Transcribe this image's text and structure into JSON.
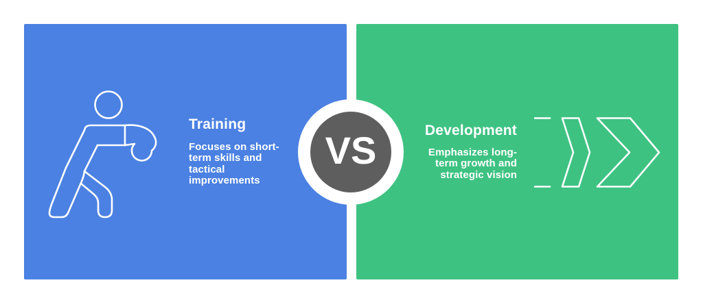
{
  "infographic": {
    "type": "versus-comparison",
    "background": "#ffffff"
  },
  "left_panel": {
    "color": "#4b81e2",
    "icon": "boxer-icon",
    "title": "Training",
    "description": "Focuses on short-\nterm skills and\ntactical\nimprovements",
    "text_color": "#ffffff"
  },
  "right_panel": {
    "color": "#3ec282",
    "icon": "fast-forward-chevrons-icon",
    "title": "Development",
    "description": "Emphasizes long-\nterm growth and\nstrategic vision",
    "text_color": "#ffffff"
  },
  "vs_badge": {
    "label": "VS",
    "circle_color": "#5e5e5e",
    "ring_color": "#ffffff",
    "text_color": "#ffffff"
  }
}
